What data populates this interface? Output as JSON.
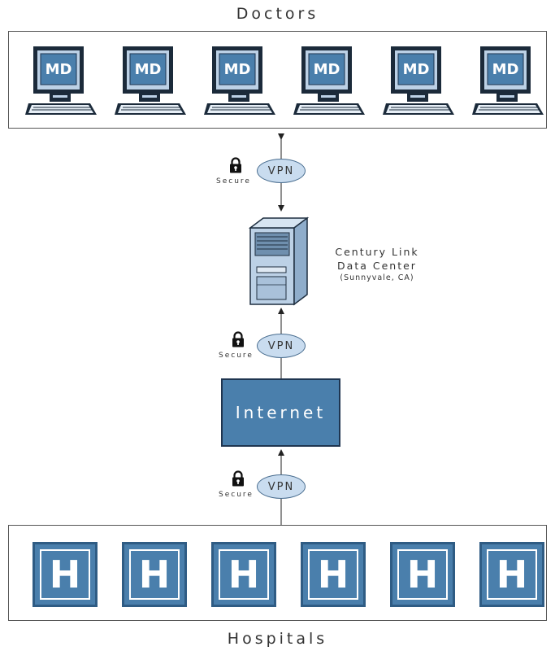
{
  "doctors_title": "Doctors",
  "hospitals_title": "Hospitals",
  "doctor_terminals": [
    {
      "label": "MD"
    },
    {
      "label": "MD"
    },
    {
      "label": "MD"
    },
    {
      "label": "MD"
    },
    {
      "label": "MD"
    },
    {
      "label": "MD"
    }
  ],
  "hospital_tiles": [
    {
      "label": "H"
    },
    {
      "label": "H"
    },
    {
      "label": "H"
    },
    {
      "label": "H"
    },
    {
      "label": "H"
    },
    {
      "label": "H"
    }
  ],
  "links": {
    "doctors_to_datacenter": {
      "tunnel": "VPN",
      "security": "Secure"
    },
    "datacenter_to_internet": {
      "tunnel": "VPN",
      "security": "Secure"
    },
    "internet_to_hospitals": {
      "tunnel": "VPN",
      "security": "Secure"
    }
  },
  "data_center": {
    "name_line1": "Century Link",
    "name_line2": "Data Center",
    "location": "(Sunnyvale, CA)"
  },
  "internet_label": "Internet",
  "colors": {
    "primary_blue": "#4a7fac",
    "dark_blue": "#2f5c84",
    "vpn_fill": "#c9dcef",
    "server_fill": "#bcd1e6"
  },
  "icons": {
    "doctor_terminal": "desktop-computer-icon",
    "hospital": "hospital-h-icon",
    "lock": "padlock-icon",
    "server": "server-tower-icon"
  }
}
